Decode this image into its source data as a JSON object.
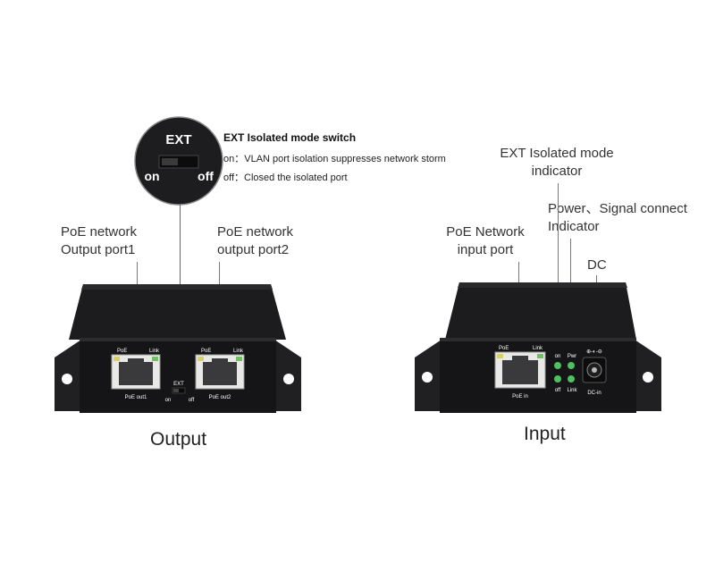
{
  "zoom": {
    "switch_label": "EXT",
    "on_label": "on",
    "off_label": "off",
    "title": "EXT Isolated mode switch",
    "on_desc": "on：VLAN port isolation suppresses network storm",
    "off_desc": "off：Closed the isolated port"
  },
  "output_device": {
    "callout_port1": "PoE network\nOutput port1",
    "callout_port2": "PoE network\noutput port2",
    "port1_poe": "PoE",
    "port1_link": "Link",
    "port1_name": "PoE  out1",
    "port2_poe": "PoE",
    "port2_link": "Link",
    "port2_name": "PoE  out2",
    "switch_label": "EXT",
    "switch_on": "on",
    "switch_off": "off",
    "caption": "Output"
  },
  "input_device": {
    "callout_ext": "EXT Isolated mode\nindicator",
    "callout_power": "Power、Signal connect\nIndicator",
    "callout_dc": "DC",
    "callout_port": "PoE Network\ninput port",
    "port_poe": "PoE",
    "port_link": "Link",
    "port_name": "PoE  in",
    "led_on": "on",
    "led_pwr": "Pwr",
    "led_off": "off",
    "led_link": "Link",
    "dc_label": "DC-in",
    "caption": "Input"
  }
}
